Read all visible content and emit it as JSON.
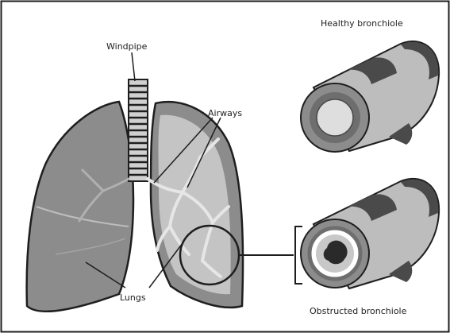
{
  "labels": {
    "windpipe": "Windpipe",
    "airways": "Airways",
    "lungs": "Lungs",
    "healthy": "Healthy bronchiole",
    "obstructed": "Obstructed bronchiole"
  },
  "colors": {
    "lung_fill": "#8c8c8c",
    "lung_light": "#c4c4c4",
    "outline": "#1e1e1e",
    "tube_body": "#bdbdbd",
    "tube_band": "#4a4a4a",
    "tube_ring": "#707070",
    "lumen": "#dedede",
    "obstruction": "#2a2a2a"
  }
}
